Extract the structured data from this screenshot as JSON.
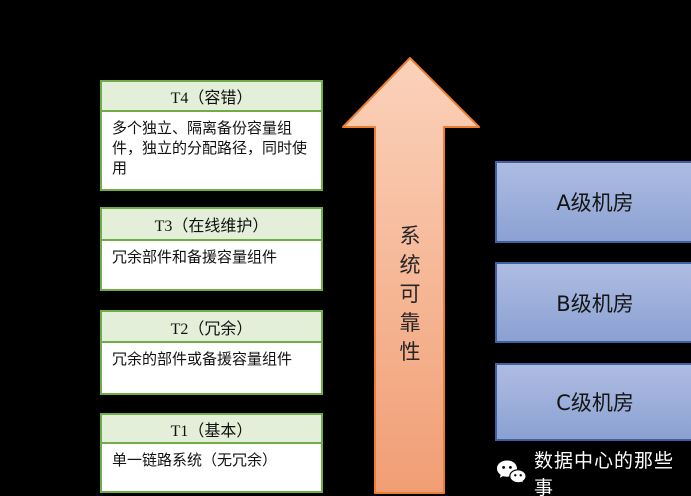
{
  "tiers": [
    {
      "title": "T4（容错）",
      "description": "多个独立、隔离备份容量组件，独立的分配路径，同时使用"
    },
    {
      "title": "T3（在线维护）",
      "description": "冗余部件和备援容量组件"
    },
    {
      "title": "T2（冗余）",
      "description": "冗余的部件或备援容量组件"
    },
    {
      "title": "T1（基本）",
      "description": "单一链路系统（无冗余）"
    }
  ],
  "arrow": {
    "label": "系统可靠性",
    "fill_top": "#fbd2bb",
    "fill_bottom": "#f19e74",
    "border_color": "#ed7d31"
  },
  "rooms": [
    {
      "label": "A级机房"
    },
    {
      "label": "B级机房"
    },
    {
      "label": "C级机房"
    }
  ],
  "colors": {
    "background": "#000000",
    "tier_border": "#70ad47",
    "tier_header_bg": "#e3efd9",
    "tier_body_bg": "#ffffff",
    "room_border": "#41619e",
    "room_fill_top": "#aebce2",
    "room_fill_bottom": "#8ba1d3",
    "watermark_text_color": "#ffffff"
  },
  "watermark": {
    "icon": "wechat-icon",
    "text": "数据中心的那些事"
  }
}
